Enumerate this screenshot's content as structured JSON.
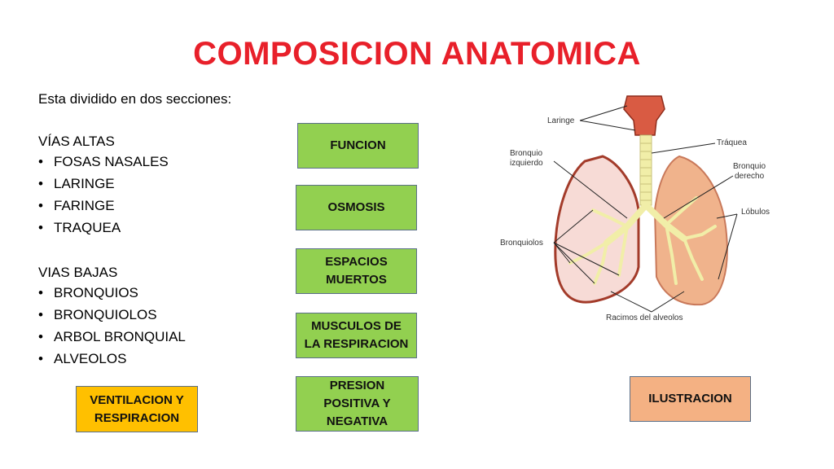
{
  "title": "COMPOSICION ANATOMICA",
  "intro": "Esta dividido en dos secciones:",
  "upper": {
    "heading": "VÍAS ALTAS",
    "items": [
      "FOSAS NASALES",
      "LARINGE",
      "FARINGE",
      "TRAQUEA"
    ]
  },
  "lower": {
    "heading": "VIAS BAJAS",
    "items": [
      "BRONQUIOS",
      "BRONQUIOLOS",
      "ARBOL BRONQUIAL",
      "ALVEOLOS"
    ]
  },
  "buttons": {
    "funcion": "FUNCION",
    "osmosis": "OSMOSIS",
    "espacios": [
      "ESPACIOS",
      "MUERTOS"
    ],
    "musculos": [
      "MUSCULOS DE",
      "LA RESPIRACION"
    ],
    "presion": [
      "PRESION",
      "POSITIVA Y",
      "NEGATIVA"
    ],
    "ventilacion": [
      "VENTILACION Y",
      "RESPIRACION"
    ],
    "ilustracion": "ILUSTRACION"
  },
  "diagram_labels": {
    "laringe": "Laringe",
    "traquea": "Tráquea",
    "bronquio_izq": [
      "Bronquio",
      "izquierdo"
    ],
    "bronquio_der": [
      "Bronquio",
      "derecho"
    ],
    "lobulos": "Lóbulos",
    "bronquiolos": "Bronquiolos",
    "racimos": "Racimos del alveolos"
  },
  "colors": {
    "title": "#e8202a",
    "green_box": "#92d050",
    "orange_box": "#ffc000",
    "salmon_box": "#f4b183",
    "box_border": "#5b6f88",
    "lung_right": "#f0b38c",
    "lung_left": "#f7dbd6",
    "bronchi": "#f1eea8",
    "larynx": "#d95b43"
  }
}
